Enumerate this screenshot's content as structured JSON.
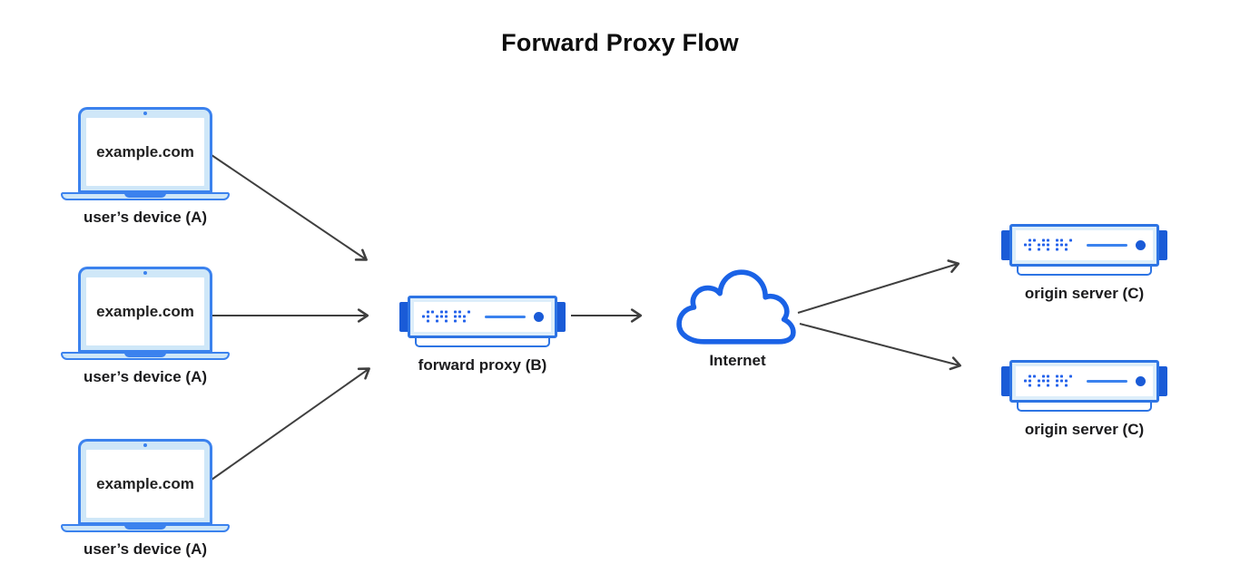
{
  "title": "Forward Proxy Flow",
  "devices": [
    {
      "screen_text": "example.com",
      "label": "user’s device (A)"
    },
    {
      "screen_text": "example.com",
      "label": "user’s device (A)"
    },
    {
      "screen_text": "example.com",
      "label": "user’s device (A)"
    }
  ],
  "proxy": {
    "label": "forward proxy (B)"
  },
  "internet": {
    "label": "Internet"
  },
  "origins": [
    {
      "label": "origin server (C)"
    },
    {
      "label": "origin server (C)"
    }
  ],
  "icons": {
    "device": "laptop-icon",
    "proxy": "rack-server-icon",
    "internet": "cloud-icon",
    "flow": "arrow-right-icon"
  },
  "colors": {
    "accent_blue": "#2d74e4",
    "laptop_blue": "#3b82ee",
    "dark_blue": "#1a5bd7",
    "light_blue_fill": "#cfe7f8",
    "cloud_stroke": "#1a62e6",
    "arrow_gray": "#3f3f3f",
    "text": "#1b1b1d",
    "background": "#ffffff"
  }
}
